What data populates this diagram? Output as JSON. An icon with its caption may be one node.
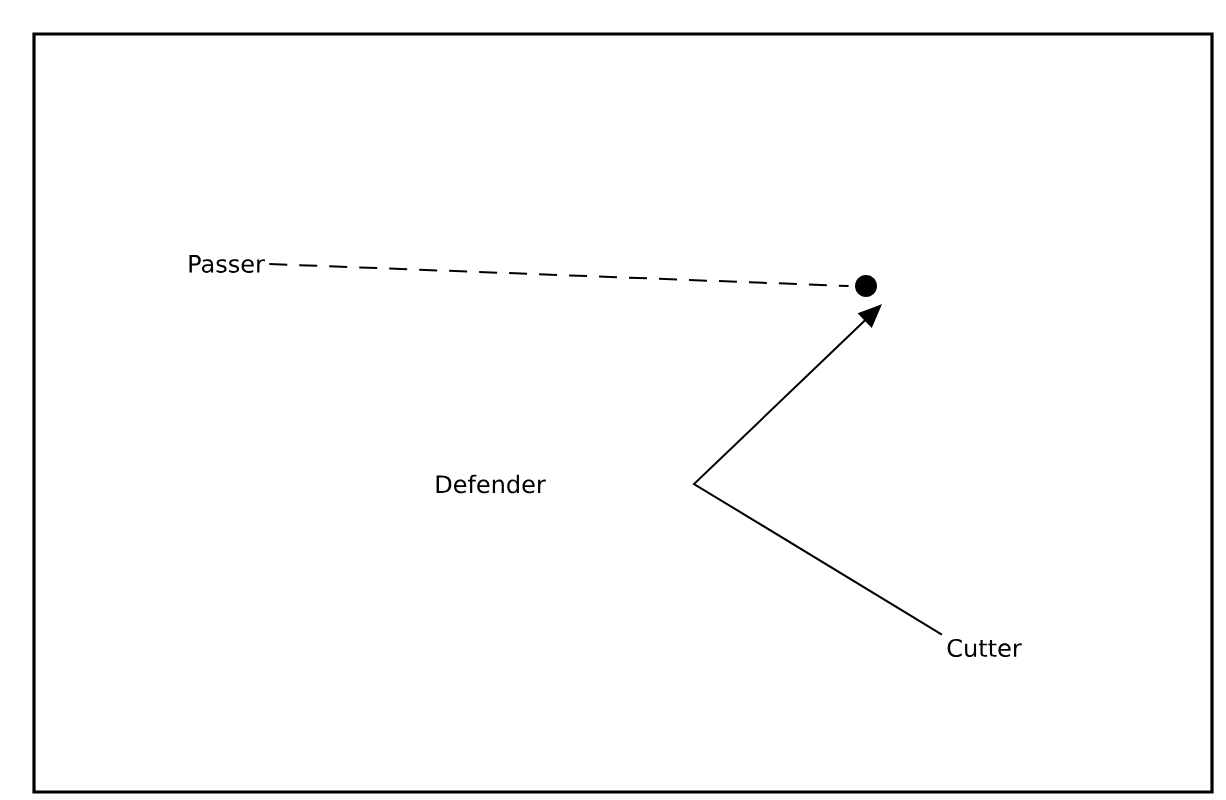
{
  "diagram": {
    "nodes": [
      {
        "text": [
          "Passer"
        ]
      },
      {
        "text": [],
        "shape": "circle"
      },
      {
        "text": [
          "Cutter"
        ]
      }
    ],
    "edges": [
      {
        "from": 0,
        "to": 1,
        "arrow": "none",
        "style": "dashed"
      },
      {
        "from": 2,
        "to": 1,
        "arrow": "to"
      }
    ],
    "labels": [
      "Defender"
    ]
  }
}
